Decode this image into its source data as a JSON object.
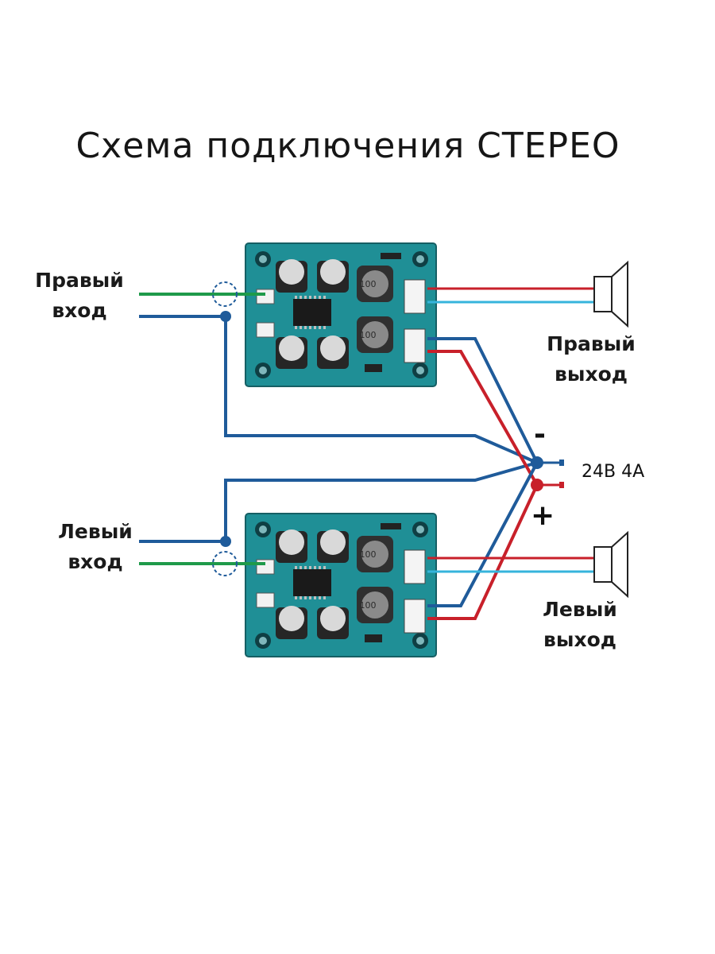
{
  "title": "Схема подключения СТЕРЕО",
  "labels": {
    "right_input_line1": "Правый",
    "right_input_line2": "вход",
    "left_input_line1": "Левый",
    "left_input_line2": "вход",
    "right_output_line1": "Правый",
    "right_output_line2": "выход",
    "left_output_line1": "Левый",
    "left_output_line2": "выход"
  },
  "power": {
    "spec": "24В 4А",
    "minus": "-",
    "plus": "+"
  },
  "board": {
    "inductor_marking": "100"
  },
  "colors": {
    "wire_green": "#1f9a4a",
    "wire_blue": "#1f5b9a",
    "wire_red": "#c8202a",
    "wire_cyan": "#36b4dc",
    "pcb": "#1f8f96"
  }
}
